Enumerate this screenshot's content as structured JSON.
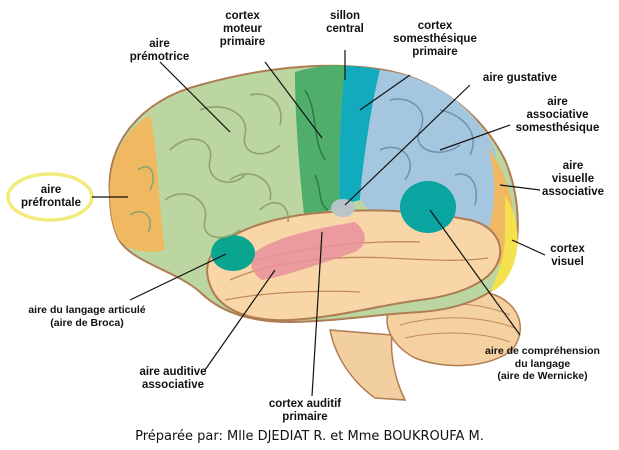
{
  "labels": {
    "premotor": "aire\nprémotrice",
    "motor": "cortex\nmoteur\nprimaire",
    "central_sulcus": "sillon\ncentral",
    "somatosensory": "cortex\nsomesthésique\nprimaire",
    "gustatory": "aire gustative",
    "somato_assoc": "aire\nassociative\nsomesthésique",
    "prefrontal": "aire\npréfrontale",
    "visual_assoc": "aire\nvisuelle\nassociative",
    "visual": "cortex\nvisuel",
    "broca": "aire du langage articulé\n(aire de Broca)",
    "wernicke": "aire de compréhension\ndu langage\n(aire de Wernicke)",
    "auditory_assoc": "aire auditive\nassociative",
    "auditory": "cortex auditif\nprimaire"
  },
  "credit": "Préparée par: Mlle DJEDIAT R. et Mme BOUKROUFA M.",
  "colors": {
    "prefrontal": "#f0b860",
    "premotor": "#bcd6a2",
    "motor": "#4fae6a",
    "somatosensory": "#12aabd",
    "somato_assoc": "#a4c6df",
    "visual_assoc": "#f0b860",
    "visual": "#f3e14d",
    "temporal": "#f8d6a8",
    "cerebellum": "#f5d0a0",
    "broca": "#0aa58f",
    "wernicke": "#0aa5a0",
    "auditory": "#e9919b",
    "highlight": "#f2ea7a"
  }
}
